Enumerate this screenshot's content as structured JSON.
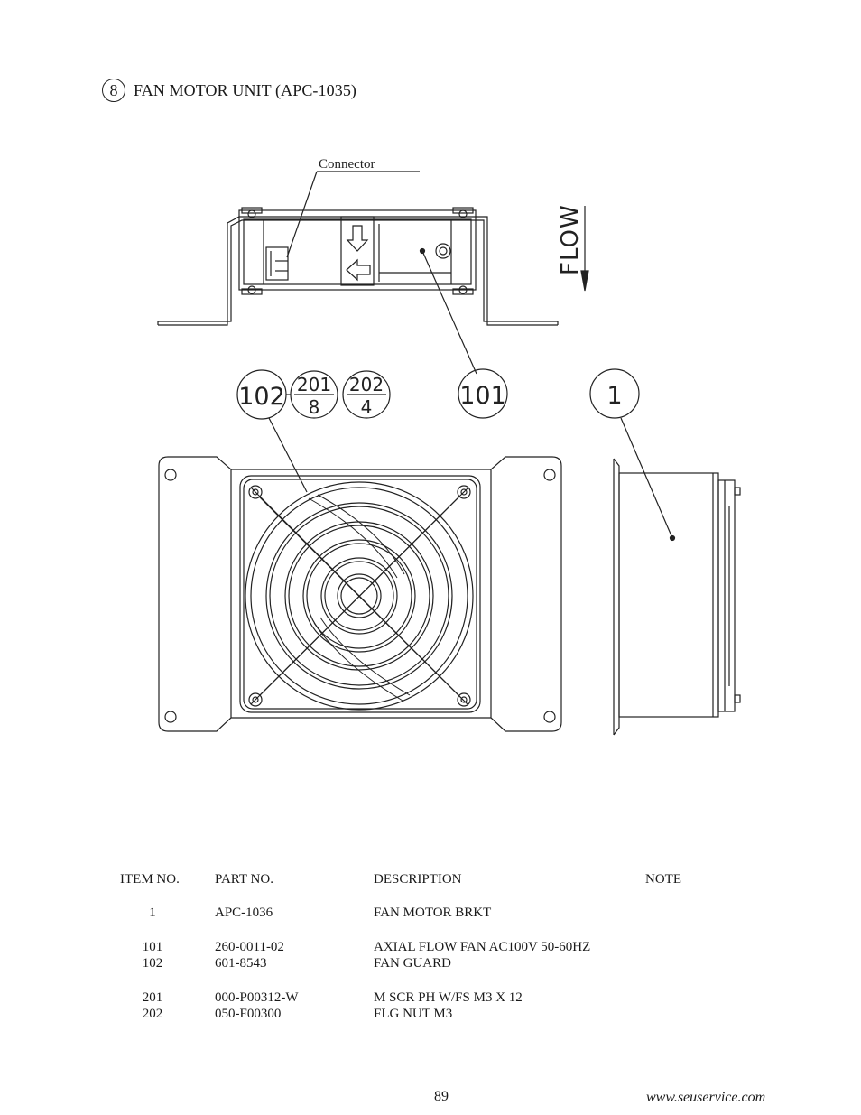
{
  "section": {
    "number": "8",
    "title": "FAN MOTOR UNIT (APC-1035)"
  },
  "drawing": {
    "connector_label": "Connector",
    "flow_label": "FLOW",
    "callouts": {
      "c102": "102",
      "c201": "201",
      "c8": "8",
      "c202": "202",
      "c4": "4",
      "c101": "101",
      "c1": "1"
    }
  },
  "parts": {
    "headers": {
      "item": "ITEM NO.",
      "part": "PART NO.",
      "desc": "DESCRIPTION",
      "note": "NOTE"
    },
    "rows": [
      {
        "item": "1",
        "part": "APC-1036",
        "desc": "FAN MOTOR BRKT",
        "note": ""
      },
      {
        "item": "101",
        "part": "260-0011-02",
        "desc": "AXIAL FLOW FAN AC100V 50-60HZ",
        "note": ""
      },
      {
        "item": "102",
        "part": "601-8543",
        "desc": "FAN GUARD",
        "note": ""
      },
      {
        "item": "201",
        "part": "000-P00312-W",
        "desc": "M SCR PH W/FS M3 X 12",
        "note": ""
      },
      {
        "item": "202",
        "part": "050-F00300",
        "desc": "FLG NUT M3",
        "note": ""
      }
    ]
  },
  "footer": {
    "page_number": "89",
    "website": "www.seuservice.com"
  }
}
